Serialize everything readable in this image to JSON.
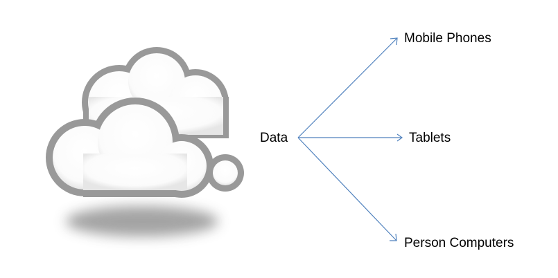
{
  "diagram": {
    "source": {
      "label": "Data"
    },
    "targets": [
      {
        "label": "Mobile Phones"
      },
      {
        "label": "Tablets"
      },
      {
        "label": "Person Computers"
      }
    ],
    "icon": "cloud-icon",
    "colors": {
      "arrow": "#4f81bd",
      "cloud_outline": "#999999",
      "cloud_fill": "#ffffff",
      "shadow": "#9a9a9a",
      "text": "#000000"
    }
  }
}
